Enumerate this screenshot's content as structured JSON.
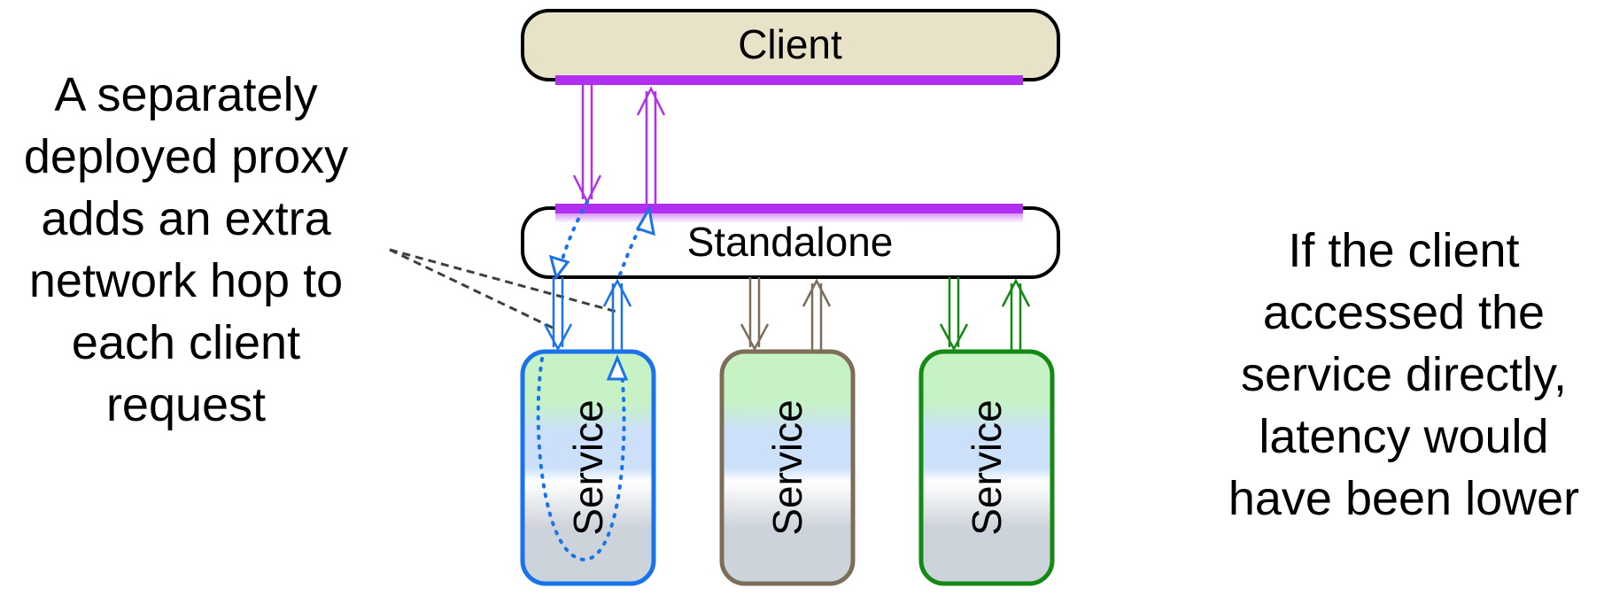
{
  "client": {
    "label": "Client",
    "fill": "#e8e2c8"
  },
  "standalone": {
    "label": "Standalone",
    "fill": "#ffffff"
  },
  "services": [
    {
      "label": "Service",
      "border_color": "#1a73e8",
      "arrow_color": "#1a73e8"
    },
    {
      "label": "Service",
      "border_color": "#7d6e5a",
      "arrow_color": "#7d6e5a"
    },
    {
      "label": "Service",
      "border_color": "#148a14",
      "arrow_color": "#148a14"
    }
  ],
  "colors": {
    "proxy_bar": "#b12ff0",
    "hop_path": "#1a73e8",
    "callout_line": "#3c4043",
    "service_gradient": [
      "#c6f2c6",
      "#cce0fa",
      "#ffffff",
      "#cdd3da"
    ]
  },
  "left_annotation": {
    "lines": [
      "A separately",
      "deployed proxy",
      "adds an extra",
      "network hop to",
      "each client",
      "request"
    ]
  },
  "right_annotation": {
    "lines": [
      "If the client",
      "accessed the",
      "service directly,",
      "latency would",
      "have been lower"
    ]
  }
}
